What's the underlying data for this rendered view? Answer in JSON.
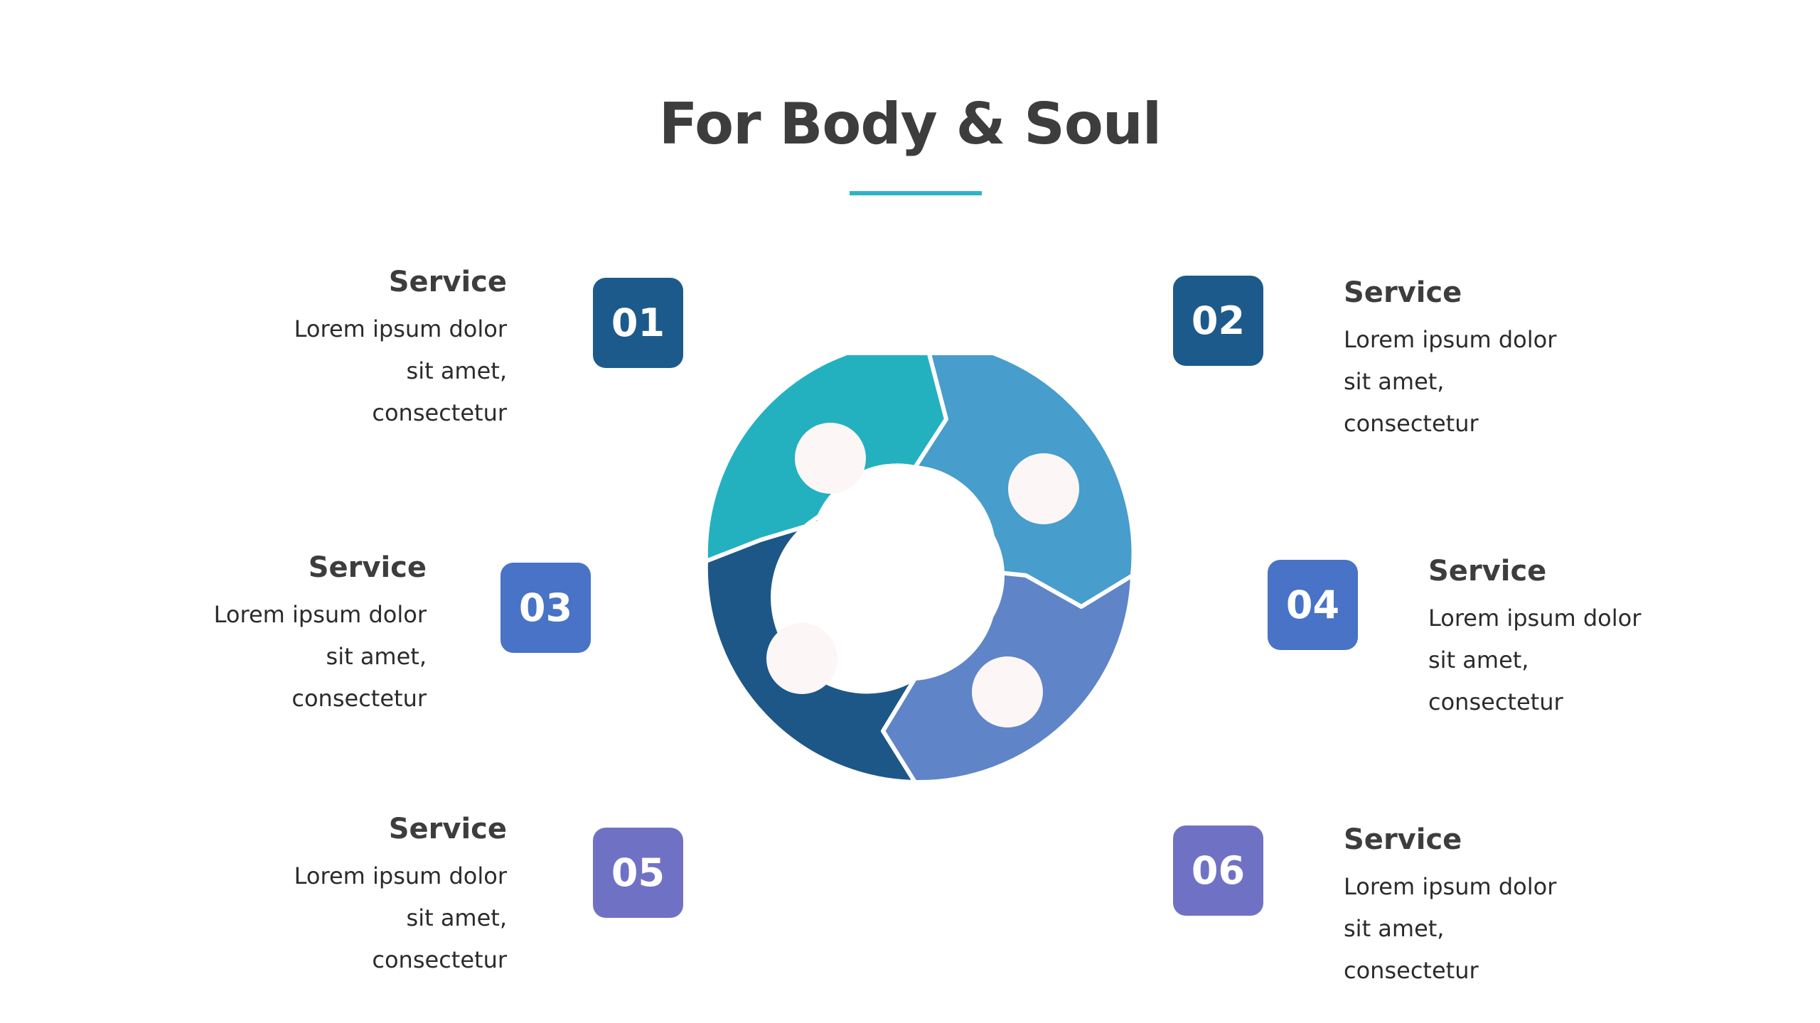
{
  "slide": {
    "title": "For Body & Soul"
  },
  "items": [
    {
      "number": "01",
      "title": "Service",
      "desc": "Lorem ipsum dolor sit amet, consectetur",
      "color": "#1d5a8c"
    },
    {
      "number": "02",
      "title": "Service",
      "desc": "Lorem ipsum dolor sit amet, consectetur",
      "color": "#1d5a8c"
    },
    {
      "number": "03",
      "title": "Service",
      "desc": "Lorem ipsum dolor sit amet, consectetur",
      "color": "#4873c6"
    },
    {
      "number": "04",
      "title": "Service",
      "desc": "Lorem ipsum dolor sit amet, consectetur",
      "color": "#4873c6"
    },
    {
      "number": "05",
      "title": "Service",
      "desc": "Lorem ipsum dolor sit amet, consectetur",
      "color": "#6f72c4"
    },
    {
      "number": "06",
      "title": "Service",
      "desc": "Lorem ipsum dolor sit amet, consectetur",
      "color": "#6f72c4"
    }
  ],
  "cycle": {
    "segments": [
      {
        "color": "#23b1c0"
      },
      {
        "color": "#479dcb"
      },
      {
        "color": "#5f84c8"
      },
      {
        "color": "#1d5787"
      }
    ],
    "dot_color": "#fdf6f6"
  },
  "colors": {
    "accent_rule": "#2eb3c8",
    "title_text": "#3d3d3d"
  }
}
